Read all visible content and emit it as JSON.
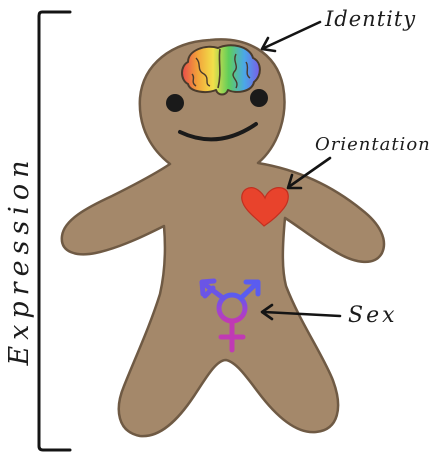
{
  "labels": {
    "identity": "Identity",
    "orientation": "Orientation",
    "sex": "Sex",
    "expression": "Expression"
  },
  "colors": {
    "body": "#a4886a",
    "body_outline": "#6f5a44",
    "heart": "#e8432c",
    "eye": "#1a1a1a",
    "symbol_blue": "#5a5cf0",
    "symbol_purple": "#9a45d6",
    "symbol_pink": "#c03ab4",
    "brain_rainbow": [
      "#e84a4a",
      "#f2a23a",
      "#f2e04a",
      "#5fce5a",
      "#4aa8e8",
      "#7a5ce8"
    ]
  },
  "icons": {
    "brain": "rainbow-brain-icon",
    "heart": "heart-icon",
    "sex_symbol": "transgender-symbol-icon"
  }
}
